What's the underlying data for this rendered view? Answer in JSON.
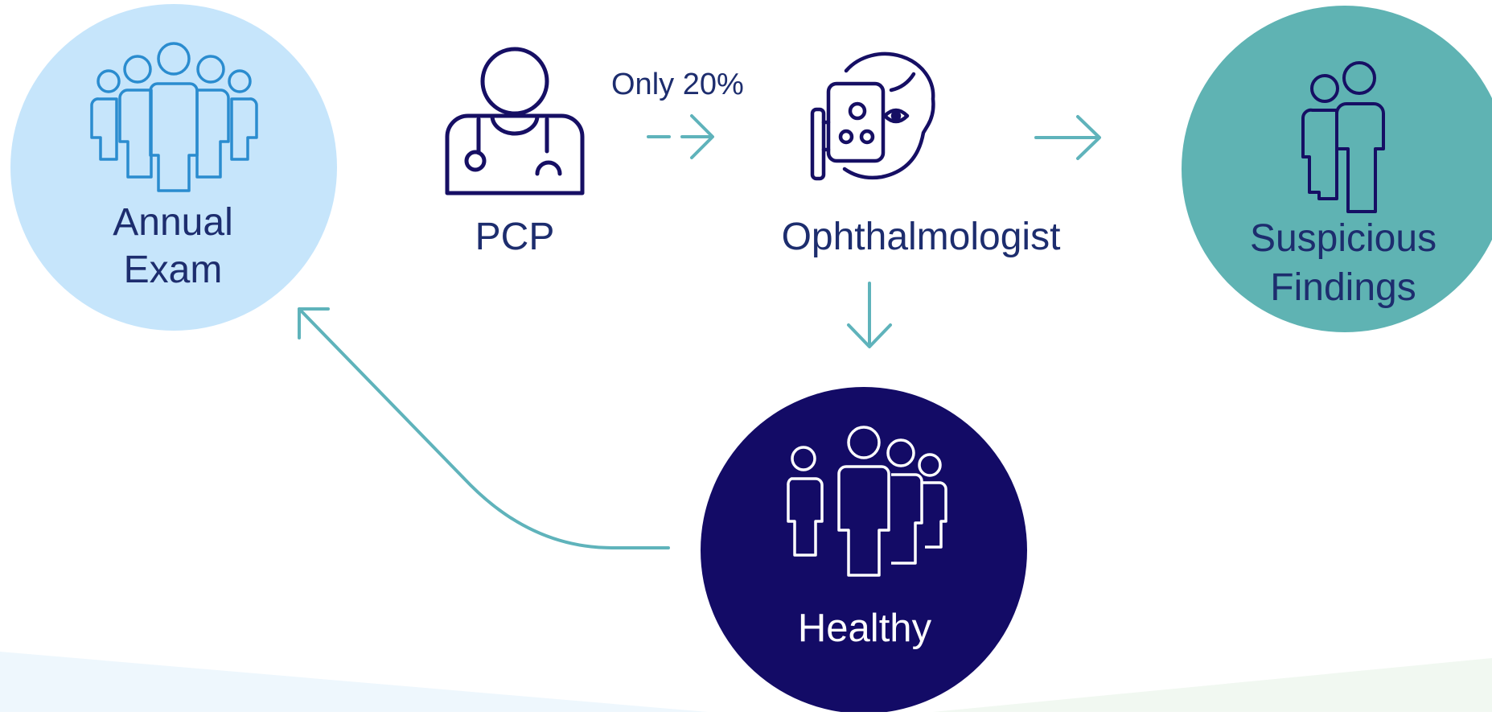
{
  "diagram": {
    "nodes": {
      "annual_exam": {
        "label": "Annual\nExam"
      },
      "pcp": {
        "label": "PCP"
      },
      "ophthalmologist": {
        "label": "Ophthalmologist"
      },
      "suspicious_findings": {
        "label": "Suspicious\nFindings"
      },
      "healthy": {
        "label": "Healthy"
      }
    },
    "edges": {
      "pcp_to_ophthalmologist": {
        "label": "Only 20%",
        "style": "dashed"
      },
      "ophthalmologist_to_suspicious": {
        "label": "",
        "style": "solid"
      },
      "ophthalmologist_to_healthy": {
        "label": "",
        "style": "solid"
      },
      "healthy_to_annual_exam": {
        "label": "",
        "style": "solid"
      }
    },
    "icons": {
      "annual_exam": "group-of-people-icon",
      "pcp": "doctor-stethoscope-icon",
      "ophthalmologist": "eye-chart-patient-icon",
      "suspicious_findings": "two-people-icon",
      "healthy": "group-of-people-icon"
    },
    "colors": {
      "annual_circle": "#c6e5fb",
      "annual_icon": "#2a8ccf",
      "suspicious_circle": "#5fb3b3",
      "healthy_circle": "#130b66",
      "text_navy": "#1d2d6e",
      "arrow_teal": "#5fb3bb",
      "icon_navy": "#160f64"
    }
  }
}
